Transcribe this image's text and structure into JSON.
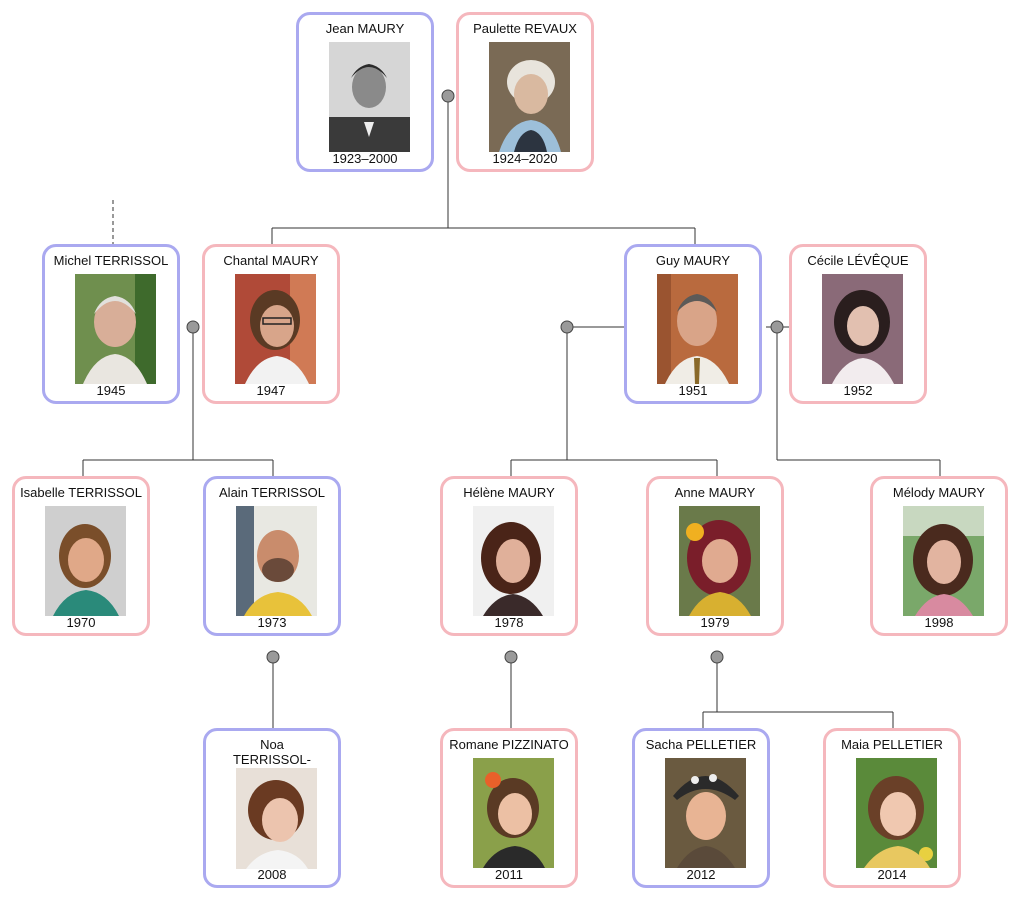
{
  "people": {
    "jean": {
      "name": "Jean MAURY",
      "years": "1923–2000"
    },
    "paulette": {
      "name": "Paulette REVAUX",
      "years": "1924–2020"
    },
    "michel": {
      "name": "Michel TERRISSOL",
      "years": "1945"
    },
    "chantal": {
      "name": "Chantal MAURY",
      "years": "1947"
    },
    "guy": {
      "name": "Guy MAURY",
      "years": "1951"
    },
    "cecile": {
      "name": "Cécile LÉVÊQUE",
      "years": "1952"
    },
    "isabelle": {
      "name": "Isabelle TERRISSOL",
      "years": "1970"
    },
    "alain": {
      "name": "Alain TERRISSOL",
      "years": "1973"
    },
    "helene": {
      "name": "Hélène MAURY",
      "years": "1978"
    },
    "anne": {
      "name": "Anne MAURY",
      "years": "1979"
    },
    "melody": {
      "name": "Mélody MAURY",
      "years": "1998"
    },
    "noa": {
      "name": "Noa\nTERRISSOL-RICHARD",
      "years": "2008"
    },
    "romane": {
      "name": "Romane PIZZINATO",
      "years": "2011"
    },
    "sacha": {
      "name": "Sacha PELLETIER",
      "years": "2012"
    },
    "maia": {
      "name": "Maia PELLETIER",
      "years": "2014"
    }
  },
  "colors": {
    "male_border": "#aaa9f0",
    "female_border": "#f5b7bd",
    "connector_line": "#333333",
    "union_node": "#9a9a9a"
  }
}
